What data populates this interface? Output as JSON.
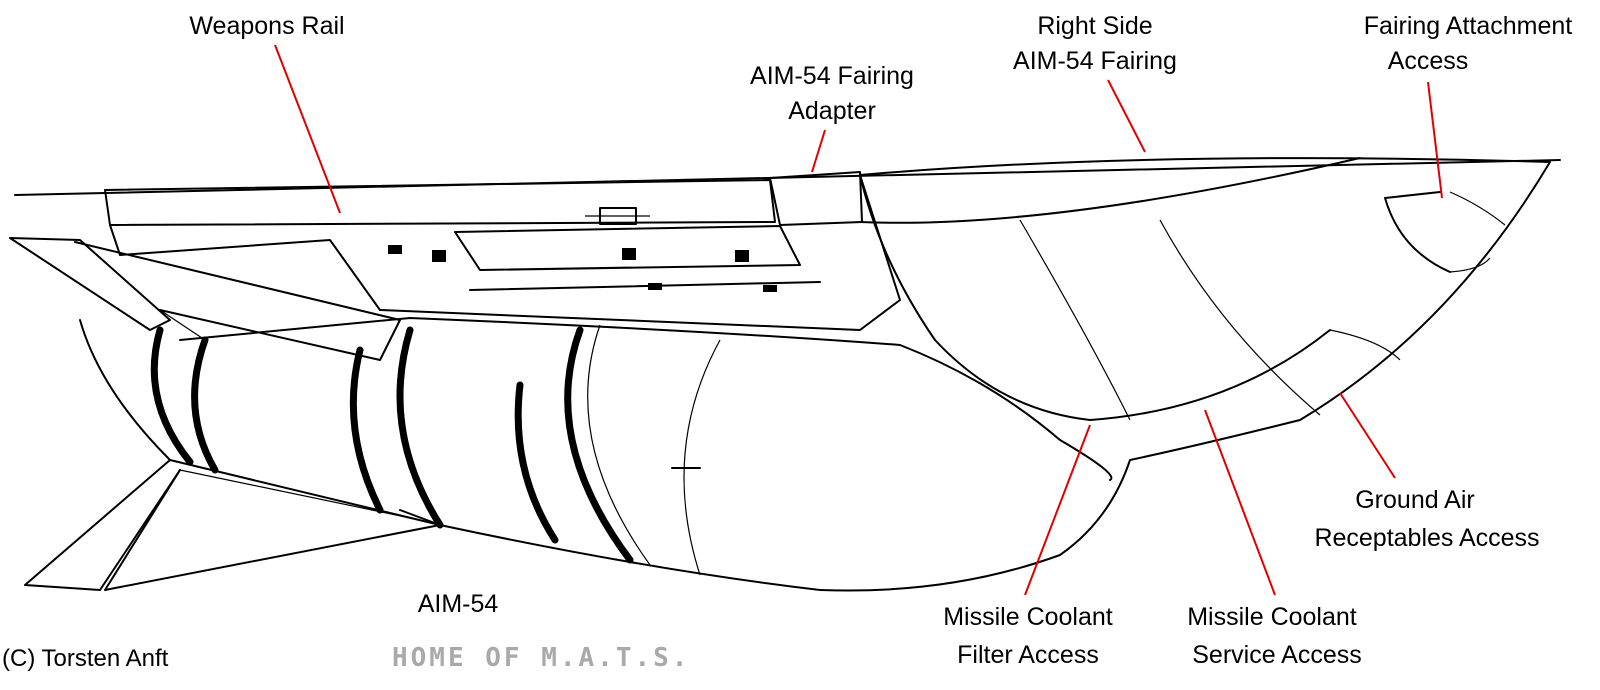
{
  "title": "AIM-54 Fairing Diagram",
  "labels": {
    "weapons_rail": "Weapons Rail",
    "fairing_adapter": [
      "AIM-54 Fairing",
      "Adapter"
    ],
    "right_side_fairing": [
      "Right Side",
      "AIM-54 Fairing"
    ],
    "fairing_attachment": [
      "Fairing Attachment",
      "Access"
    ],
    "ground_air": [
      "Ground Air",
      "Receptables Access"
    ],
    "coolant_filter": [
      "Missile Coolant",
      "Filter Access"
    ],
    "coolant_service": [
      "Missile Coolant",
      "Service Access"
    ],
    "missile": "AIM-54"
  },
  "credits": {
    "copyright": "(C) Torsten Anft",
    "watermark": "HOME OF M.A.T.S."
  },
  "colors": {
    "leader": "#e00000",
    "watermark": "#a9a9a9"
  }
}
